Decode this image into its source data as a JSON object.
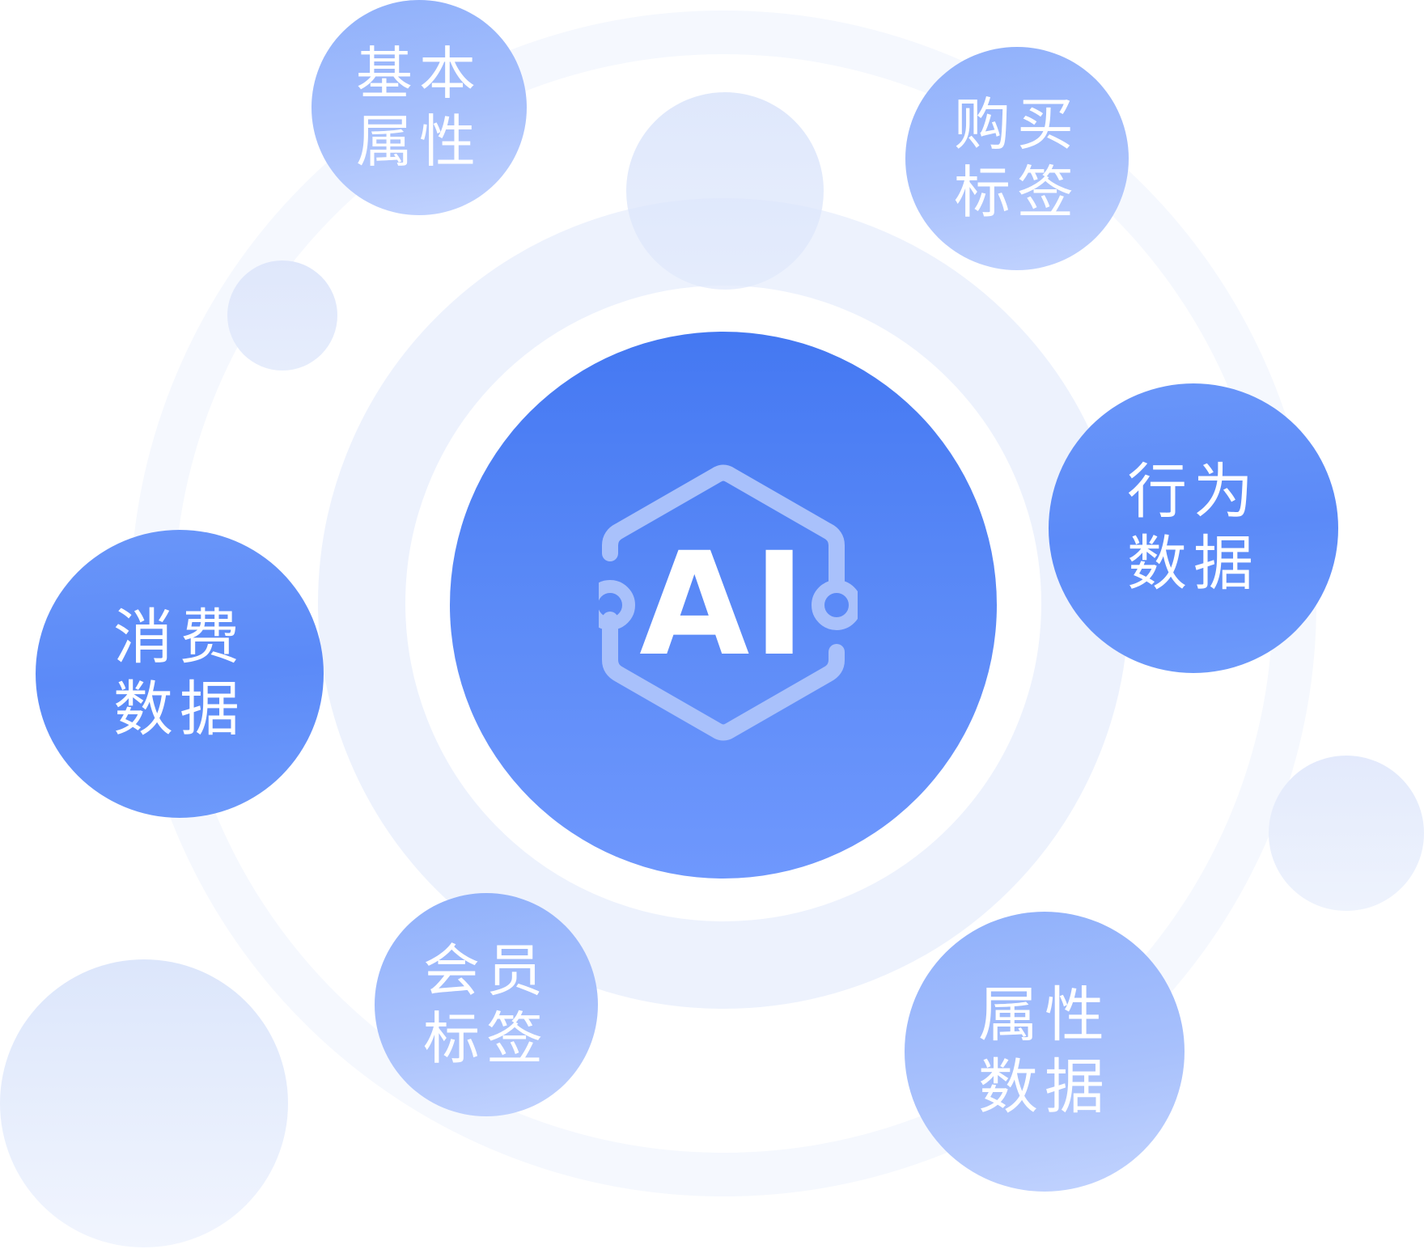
{
  "center": {
    "label": "AI"
  },
  "nodes": [
    {
      "id": "basic-attributes",
      "lines": [
        "基本",
        "属性"
      ]
    },
    {
      "id": "purchase-tags",
      "lines": [
        "购买",
        "标签"
      ]
    },
    {
      "id": "behavior-data",
      "lines": [
        "行为",
        "数据"
      ]
    },
    {
      "id": "consumption-data",
      "lines": [
        "消费",
        "数据"
      ]
    },
    {
      "id": "member-tags",
      "lines": [
        "会员",
        "标签"
      ]
    },
    {
      "id": "attribute-data",
      "lines": [
        "属性",
        "数据"
      ]
    }
  ],
  "colors": {
    "center_top": "#4478f2",
    "center_bottom": "#6f98fd",
    "node_strong": "#5b8af8",
    "node_light": "#a7c0fc",
    "ring_outer": "#f5f8fe",
    "ring_inner": "#edf2fd",
    "logo_stroke": "#a9c1fb",
    "text": "#ffffff"
  }
}
